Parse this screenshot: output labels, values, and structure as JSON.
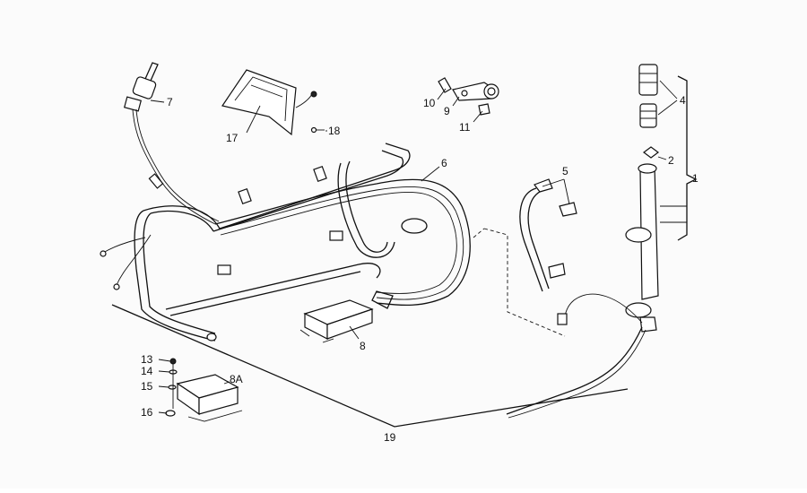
{
  "callouts": {
    "c1": "1",
    "c2": "2",
    "c4": "4",
    "c5": "5",
    "c6": "6",
    "c7": "7",
    "c8": "8",
    "c8a": "8A",
    "c9": "9",
    "c10": "10",
    "c11": "11",
    "c13": "13",
    "c14": "14",
    "c15": "15",
    "c16": "16",
    "c17": "17",
    "c18": "18",
    "c19": "19"
  }
}
